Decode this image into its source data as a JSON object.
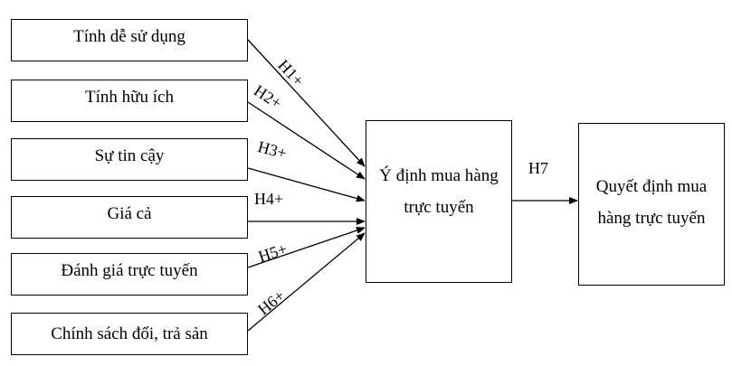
{
  "factors": [
    "Tính dễ sử dụng",
    "Tính hữu ích",
    "Sự tin cậy",
    "Giá cả",
    "Đánh giá trực tuyến",
    "Chính sách đổi, trả sản"
  ],
  "hypotheses": [
    "H1+",
    "H2+",
    "H3+",
    "H4+",
    "H5+",
    "H6+",
    "H7"
  ],
  "intent_label": "Ý định mua hàng trực tuyến",
  "decision_label": "Quyết định mua hàng trực tuyến"
}
